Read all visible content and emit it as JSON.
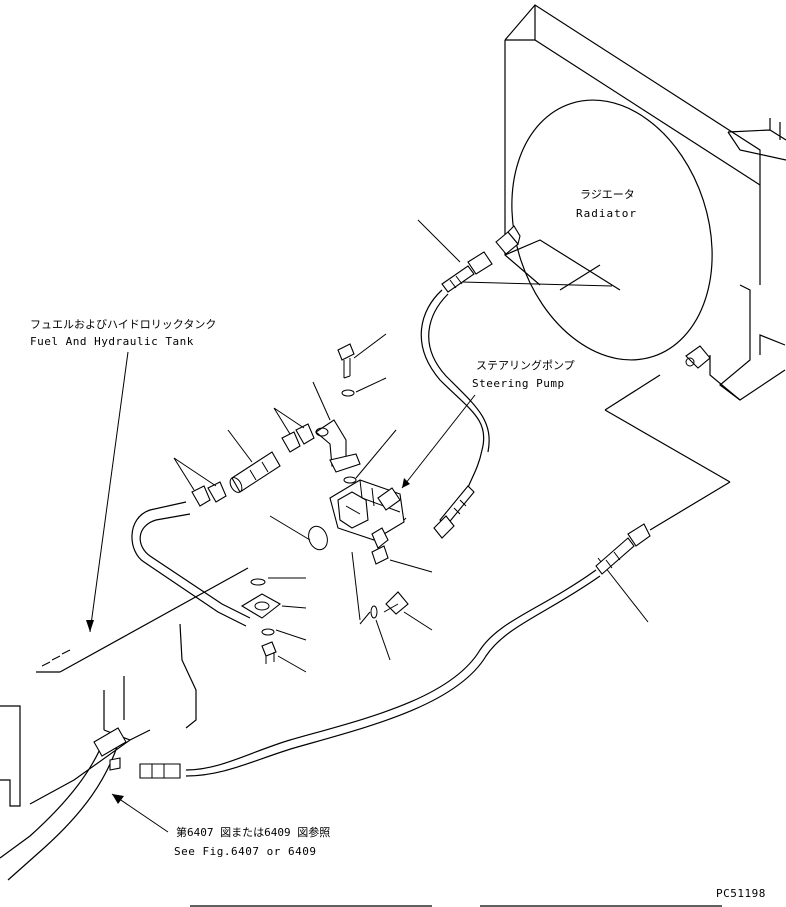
{
  "labels": {
    "radiator_jp": "ラジエータ",
    "radiator_en": "Radiator",
    "fuel_tank_jp": "フュエルおよびハイドロリックタンク",
    "fuel_tank_en": "Fuel And Hydraulic Tank",
    "steering_pump_jp": "ステアリングポンプ",
    "steering_pump_en": "Steering Pump",
    "see_fig_jp": "第6407 図または6409 図参照",
    "see_fig_en": "See Fig.6407 or 6409",
    "figure_code": "PC51198"
  }
}
